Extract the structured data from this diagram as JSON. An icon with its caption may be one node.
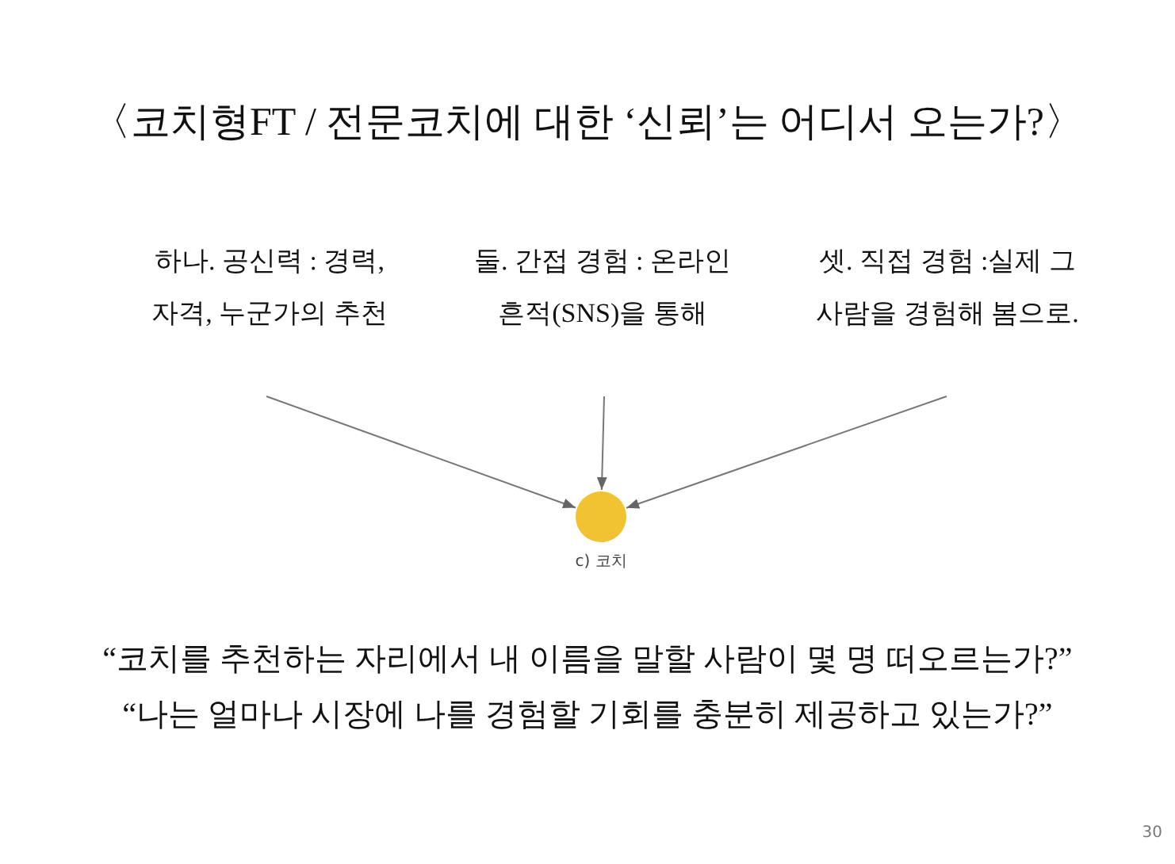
{
  "diagram": {
    "title": "〈코치형FT / 전문코치에 대한 ‘신뢰’는 어디서 오는가?〉",
    "nodes": [
      {
        "text": [
          "하나. 공신력 : 경력, 자격, 누군가의 추천"
        ]
      },
      {
        "text": [
          "둘. 간접 경험 : 온라인 흔적(SNS)을 통해"
        ]
      },
      {
        "text": [
          "셋. 직접 경험 :실제 그 사람을 경험해 봄으로."
        ]
      },
      {
        "text": [],
        "shape": "circle",
        "beside": [
          "c) 코치"
        ]
      }
    ],
    "edges": [
      {
        "from": 0,
        "to": 3,
        "arrow": "to"
      },
      {
        "from": 1,
        "to": 3,
        "arrow": "to"
      },
      {
        "from": 2,
        "to": 3,
        "arrow": "to"
      }
    ],
    "labels": [
      "“코치를 추천하는 자리에서 내 이름을 말할 사람이 몇 명 떠오르는가?”",
      "“나는 얼마나 시장에 나를 경험할 기회를 충분히 제공하고 있는가?”",
      "30"
    ]
  }
}
